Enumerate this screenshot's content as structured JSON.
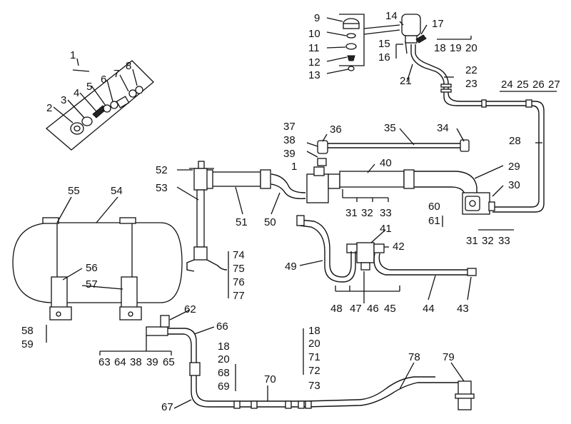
{
  "diagram": {
    "callouts": [
      {
        "id": "c1",
        "text": "1"
      },
      {
        "id": "c2",
        "text": "2"
      },
      {
        "id": "c3",
        "text": "3"
      },
      {
        "id": "c4",
        "text": "4"
      },
      {
        "id": "c5",
        "text": "5"
      },
      {
        "id": "c6",
        "text": "6"
      },
      {
        "id": "c7",
        "text": "7"
      },
      {
        "id": "c8",
        "text": "8"
      },
      {
        "id": "c9",
        "text": "9"
      },
      {
        "id": "c10",
        "text": "10"
      },
      {
        "id": "c11",
        "text": "11"
      },
      {
        "id": "c12",
        "text": "12"
      },
      {
        "id": "c13",
        "text": "13"
      },
      {
        "id": "c14",
        "text": "14"
      },
      {
        "id": "c15",
        "text": "15"
      },
      {
        "id": "c16",
        "text": "16"
      },
      {
        "id": "c17",
        "text": "17"
      },
      {
        "id": "c18a",
        "text": "18"
      },
      {
        "id": "c19",
        "text": "19"
      },
      {
        "id": "c20a",
        "text": "20"
      },
      {
        "id": "c21",
        "text": "21"
      },
      {
        "id": "c22",
        "text": "22"
      },
      {
        "id": "c23",
        "text": "23"
      },
      {
        "id": "c24",
        "text": "24"
      },
      {
        "id": "c25",
        "text": "25"
      },
      {
        "id": "c26",
        "text": "26"
      },
      {
        "id": "c27",
        "text": "27"
      },
      {
        "id": "c28",
        "text": "28"
      },
      {
        "id": "c29",
        "text": "29"
      },
      {
        "id": "c30",
        "text": "30"
      },
      {
        "id": "c31a",
        "text": "31"
      },
      {
        "id": "c32a",
        "text": "32"
      },
      {
        "id": "c33a",
        "text": "33"
      },
      {
        "id": "c31b",
        "text": "31"
      },
      {
        "id": "c32b",
        "text": "32"
      },
      {
        "id": "c33b",
        "text": "33"
      },
      {
        "id": "c34",
        "text": "34"
      },
      {
        "id": "c35",
        "text": "35"
      },
      {
        "id": "c36",
        "text": "36"
      },
      {
        "id": "c37",
        "text": "37"
      },
      {
        "id": "c38a",
        "text": "38"
      },
      {
        "id": "c39a",
        "text": "39"
      },
      {
        "id": "c1b",
        "text": "1"
      },
      {
        "id": "c40",
        "text": "40"
      },
      {
        "id": "c41",
        "text": "41"
      },
      {
        "id": "c42",
        "text": "42"
      },
      {
        "id": "c43",
        "text": "43"
      },
      {
        "id": "c44",
        "text": "44"
      },
      {
        "id": "c45",
        "text": "45"
      },
      {
        "id": "c46",
        "text": "46"
      },
      {
        "id": "c47",
        "text": "47"
      },
      {
        "id": "c48",
        "text": "48"
      },
      {
        "id": "c49",
        "text": "49"
      },
      {
        "id": "c50",
        "text": "50"
      },
      {
        "id": "c51",
        "text": "51"
      },
      {
        "id": "c52",
        "text": "52"
      },
      {
        "id": "c53",
        "text": "53"
      },
      {
        "id": "c54",
        "text": "54"
      },
      {
        "id": "c55",
        "text": "55"
      },
      {
        "id": "c56",
        "text": "56"
      },
      {
        "id": "c57",
        "text": "57"
      },
      {
        "id": "c58",
        "text": "58"
      },
      {
        "id": "c59",
        "text": "59"
      },
      {
        "id": "c60",
        "text": "60"
      },
      {
        "id": "c61",
        "text": "61"
      },
      {
        "id": "c62",
        "text": "62"
      },
      {
        "id": "c63",
        "text": "63"
      },
      {
        "id": "c64",
        "text": "64"
      },
      {
        "id": "c38b",
        "text": "38"
      },
      {
        "id": "c39b",
        "text": "39"
      },
      {
        "id": "c65",
        "text": "65"
      },
      {
        "id": "c66",
        "text": "66"
      },
      {
        "id": "c67",
        "text": "67"
      },
      {
        "id": "c18b",
        "text": "18"
      },
      {
        "id": "c20b",
        "text": "20"
      },
      {
        "id": "c68",
        "text": "68"
      },
      {
        "id": "c69",
        "text": "69"
      },
      {
        "id": "c70",
        "text": "70"
      },
      {
        "id": "c18c",
        "text": "18"
      },
      {
        "id": "c20c",
        "text": "20"
      },
      {
        "id": "c71",
        "text": "71"
      },
      {
        "id": "c72",
        "text": "72"
      },
      {
        "id": "c73",
        "text": "73"
      },
      {
        "id": "c74",
        "text": "74"
      },
      {
        "id": "c75",
        "text": "75"
      },
      {
        "id": "c76",
        "text": "76"
      },
      {
        "id": "c77",
        "text": "77"
      },
      {
        "id": "c78",
        "text": "78"
      },
      {
        "id": "c79",
        "text": "79"
      }
    ]
  }
}
